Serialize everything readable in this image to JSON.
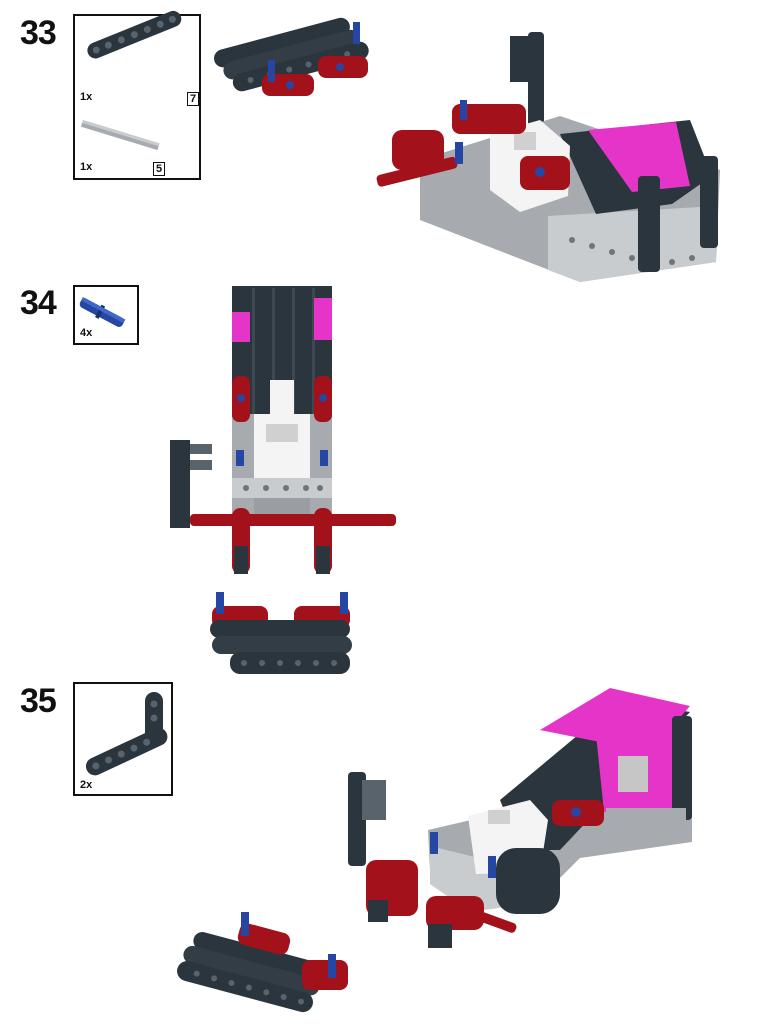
{
  "steps": [
    {
      "number": "33",
      "parts": [
        {
          "name": "dark-bluish-gray-beam",
          "qty": "1x",
          "length": "7"
        },
        {
          "name": "gray-axle",
          "qty": "1x",
          "length": "5"
        }
      ]
    },
    {
      "number": "34",
      "parts": [
        {
          "name": "blue-pin-with-axle",
          "qty": "4x"
        }
      ]
    },
    {
      "number": "35",
      "parts": [
        {
          "name": "dark-bluish-gray-l-beam",
          "qty": "2x"
        }
      ]
    }
  ],
  "colors": {
    "dark_gray": "#2b353d",
    "light_gray": "#a7abaf",
    "red": "#a3121a",
    "blue": "#2546a3",
    "magenta": "#e535c9",
    "white": "#f4f4f4"
  }
}
